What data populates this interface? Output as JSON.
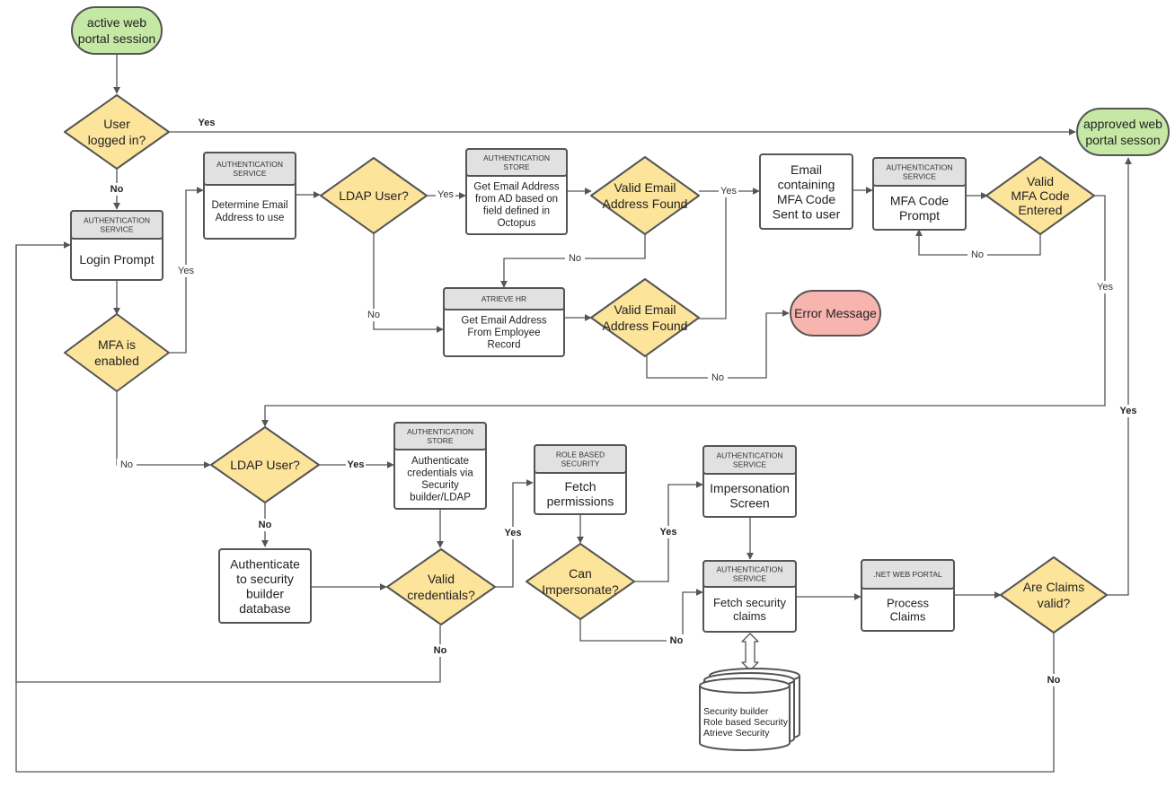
{
  "colors": {
    "terminal_green": "#c5e8a4",
    "terminal_red": "#f8b5b0",
    "decision_yellow": "#fde49b",
    "header_gray": "#e1e1e1",
    "stroke": "#555555"
  },
  "nodes": {
    "start": {
      "lines": [
        "active web",
        "portal session"
      ]
    },
    "approved": {
      "lines": [
        "approved web",
        "portal sesson"
      ]
    },
    "error": {
      "lines": [
        "Error Message"
      ]
    },
    "user_logged_in": {
      "lines": [
        "User",
        "logged in?"
      ]
    },
    "login": {
      "header": [
        "AUTHENTICATION",
        "SERVICE"
      ],
      "lines": [
        "Login Prompt"
      ]
    },
    "mfa_enabled": {
      "lines": [
        "MFA is",
        "enabled"
      ]
    },
    "determine_email": {
      "header": [
        "AUTHENTICATION",
        "SERVICE"
      ],
      "lines": [
        "Determine Email",
        "Address to use"
      ]
    },
    "ldap_user_top": {
      "lines": [
        "LDAP User?"
      ]
    },
    "get_email_ad": {
      "header": [
        "AUTHENTICATION",
        "STORE"
      ],
      "lines": [
        "Get Email Address",
        "from AD based on",
        "field defined in",
        "Octopus"
      ]
    },
    "valid_email_1": {
      "lines": [
        "Valid Email",
        "Address Found"
      ]
    },
    "email_mfa": {
      "lines": [
        "Email",
        "containing",
        "MFA Code",
        "Sent to user"
      ]
    },
    "mfa_prompt": {
      "header": [
        "AUTHENTICATION",
        "SERVICE"
      ],
      "lines": [
        "MFA Code",
        "Prompt"
      ]
    },
    "valid_mfa": {
      "lines": [
        "Valid",
        "MFA Code",
        "Entered"
      ]
    },
    "atrieve_hr": {
      "header": [
        "ATRIEVE HR"
      ],
      "lines": [
        "Get Email Address",
        "From Employee",
        "Record"
      ]
    },
    "valid_email_2": {
      "lines": [
        "Valid Email",
        "Address Found"
      ]
    },
    "ldap_user_bottom": {
      "lines": [
        "LDAP User?"
      ]
    },
    "auth_creds": {
      "header": [
        "AUTHENTICATION",
        "STORE"
      ],
      "lines": [
        "Authenticate",
        "credentials via",
        "Security",
        "builder/LDAP"
      ]
    },
    "auth_db": {
      "lines": [
        "Authenticate",
        "to security",
        "builder",
        "database"
      ]
    },
    "valid_creds": {
      "lines": [
        "Valid",
        "credentials?"
      ]
    },
    "fetch_perms": {
      "header": [
        "ROLE BASED",
        "SECURITY"
      ],
      "lines": [
        "Fetch",
        "permissions"
      ]
    },
    "can_impersonate": {
      "lines": [
        "Can",
        "Impersonate?"
      ]
    },
    "impersonation": {
      "header": [
        "AUTHENTICATION",
        "SERVICE"
      ],
      "lines": [
        "Impersonation",
        "Screen"
      ]
    },
    "fetch_claims": {
      "header": [
        "AUTHENTICATION",
        "SERVICE"
      ],
      "lines": [
        "Fetch security",
        "claims"
      ]
    },
    "process_claims": {
      "header": [
        ".NET WEB PORTAL"
      ],
      "lines": [
        "Process",
        "Claims"
      ]
    },
    "claims_valid": {
      "lines": [
        "Are Claims",
        "valid?"
      ]
    },
    "database": {
      "lines": [
        "Security builder",
        "Role based Security",
        "Atrieve Security"
      ]
    }
  },
  "edge_labels": {
    "logged_yes": "Yes",
    "logged_no": "No",
    "mfa_yes": "Yes",
    "mfa_no": "No",
    "ldap_top_yes": "Yes",
    "ldap_top_no": "No",
    "email1_yes": "Yes",
    "email1_no": "No",
    "email2_no": "No",
    "valid_mfa_no": "No",
    "valid_mfa_yes": "Yes",
    "ldap_bottom_yes": "Yes",
    "ldap_bottom_no": "No",
    "creds_yes": "Yes",
    "creds_no": "No",
    "imp_yes": "Yes",
    "imp_no": "No",
    "claims_yes": "Yes",
    "claims_no": "No"
  }
}
